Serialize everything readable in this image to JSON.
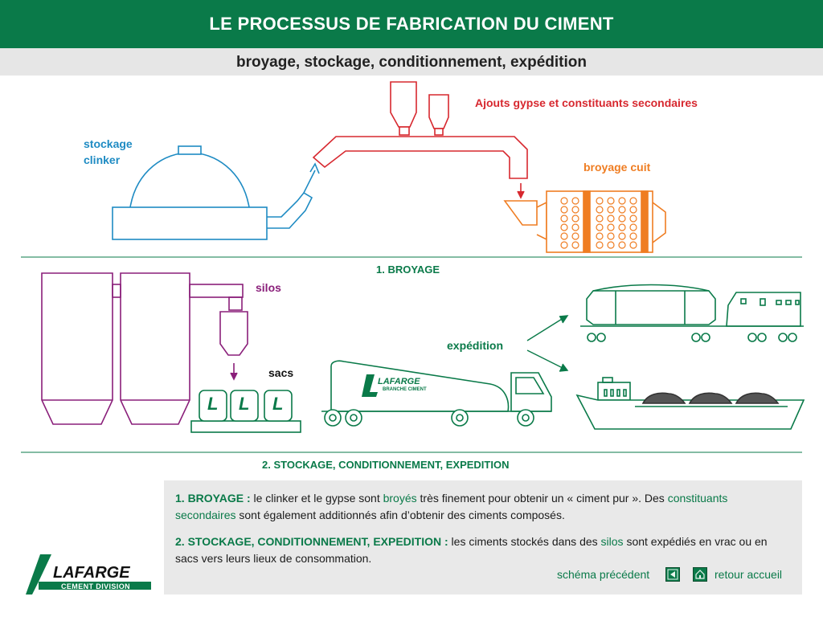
{
  "header": {
    "title": "LE PROCESSUS DE FABRICATION DU CIMENT"
  },
  "subheader": {
    "title": "broyage, stockage, conditionnement, expédition"
  },
  "diagram": {
    "labels": {
      "ajouts": "Ajouts gypse et constituants secondaires",
      "stockage_clinker_1": "stockage",
      "stockage_clinker_2": "clinker",
      "broyage_cuit": "broyage cuit",
      "silos": "silos",
      "sacs": "sacs",
      "expedition": "expédition",
      "bag_mark": "L",
      "truck_brand": "LAFARGE",
      "truck_sub": "BRANCHE CIMENT"
    },
    "sections": {
      "broyage": "1. BROYAGE",
      "stockage": "2. STOCKAGE, CONDITIONNEMENT, EXPEDITION"
    },
    "colors": {
      "green": "#0a7a49",
      "red": "#d7282f",
      "blue": "#1e8bc3",
      "orange": "#ef7d22",
      "purple": "#8a1f7a"
    }
  },
  "info": {
    "p1_key": "1. BROYAGE :",
    "p1_a": " le clinker et le gypse sont ",
    "p1_hl1": "broyés",
    "p1_b": " très finement pour obtenir un « ciment pur ». Des ",
    "p1_hl2": "constituants secondaires",
    "p1_c": " sont également additionnés afin d’obtenir des ciments composés.",
    "p2_key": "2. STOCKAGE, CONDITIONNEMENT, EXPEDITION :",
    "p2_a": " les ciments stockés dans des ",
    "p2_hl": "silos",
    "p2_b": " sont expédiés en vrac ou en sacs vers leurs lieux de consommation."
  },
  "nav": {
    "prev_label": "schéma précédent",
    "home_label": "retour accueil",
    "prev_icon": "back-arrow-icon",
    "home_icon": "home-icon"
  },
  "logo": {
    "brand": "LAFARGE",
    "division": "CEMENT DIVISION"
  }
}
